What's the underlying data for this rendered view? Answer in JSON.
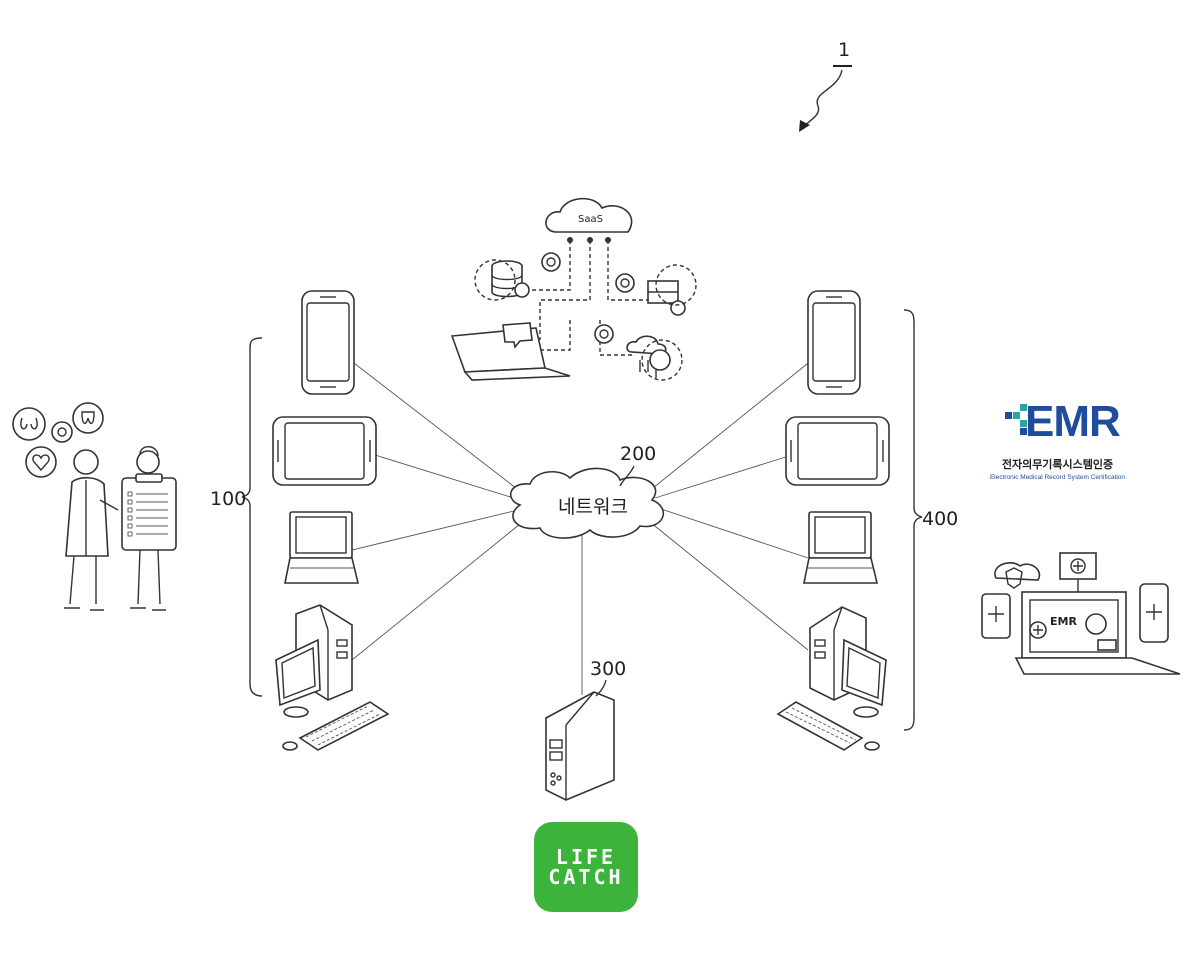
{
  "labels": {
    "system": "1",
    "group_left": "100",
    "network_ref": "200",
    "server": "300",
    "group_right": "400"
  },
  "network_text": "네트워크",
  "cloud_text": "SaaS",
  "emr": {
    "title": "EMR",
    "korean": "전자의무기록시스템인증",
    "english": "Electronic Medical Record System Certification",
    "color": "#1e4d9b",
    "accent": "#26a6a0"
  },
  "laptop_screen_text": "EMR",
  "lifecatch": {
    "line1": "LIFE",
    "line2": "CATCH",
    "color": "#3cb43c"
  }
}
